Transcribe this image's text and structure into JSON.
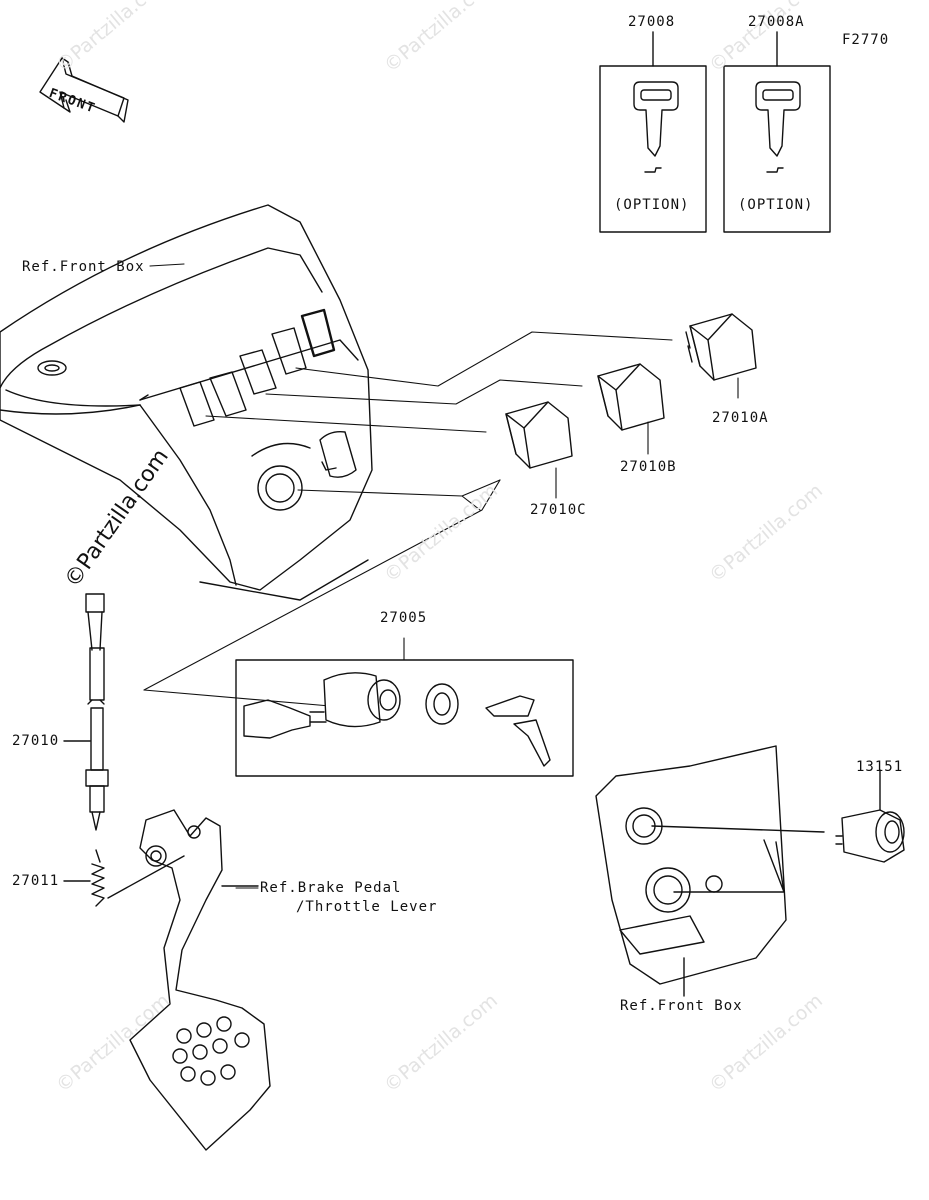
{
  "diagram": {
    "figure_code": "F2770",
    "front_label": "FRONT",
    "watermark_brand": "©Partzilla.com",
    "watermark_faint": "©Partzilla.com",
    "parts": {
      "p27008": "27008",
      "p27008a": "27008A",
      "p27010a": "27010A",
      "p27010b": "27010B",
      "p27010c": "27010C",
      "p27005": "27005",
      "p27010": "27010",
      "p27011": "27011",
      "p13151": "13151"
    },
    "option_label_1": "(OPTION)",
    "option_label_2": "(OPTION)",
    "ref_front_box_top": "Ref.Front Box",
    "ref_front_box_bottom": "Ref.Front Box",
    "ref_brake_pedal_line1": "Ref.Brake Pedal",
    "ref_brake_pedal_line2": "/Throttle Lever"
  }
}
